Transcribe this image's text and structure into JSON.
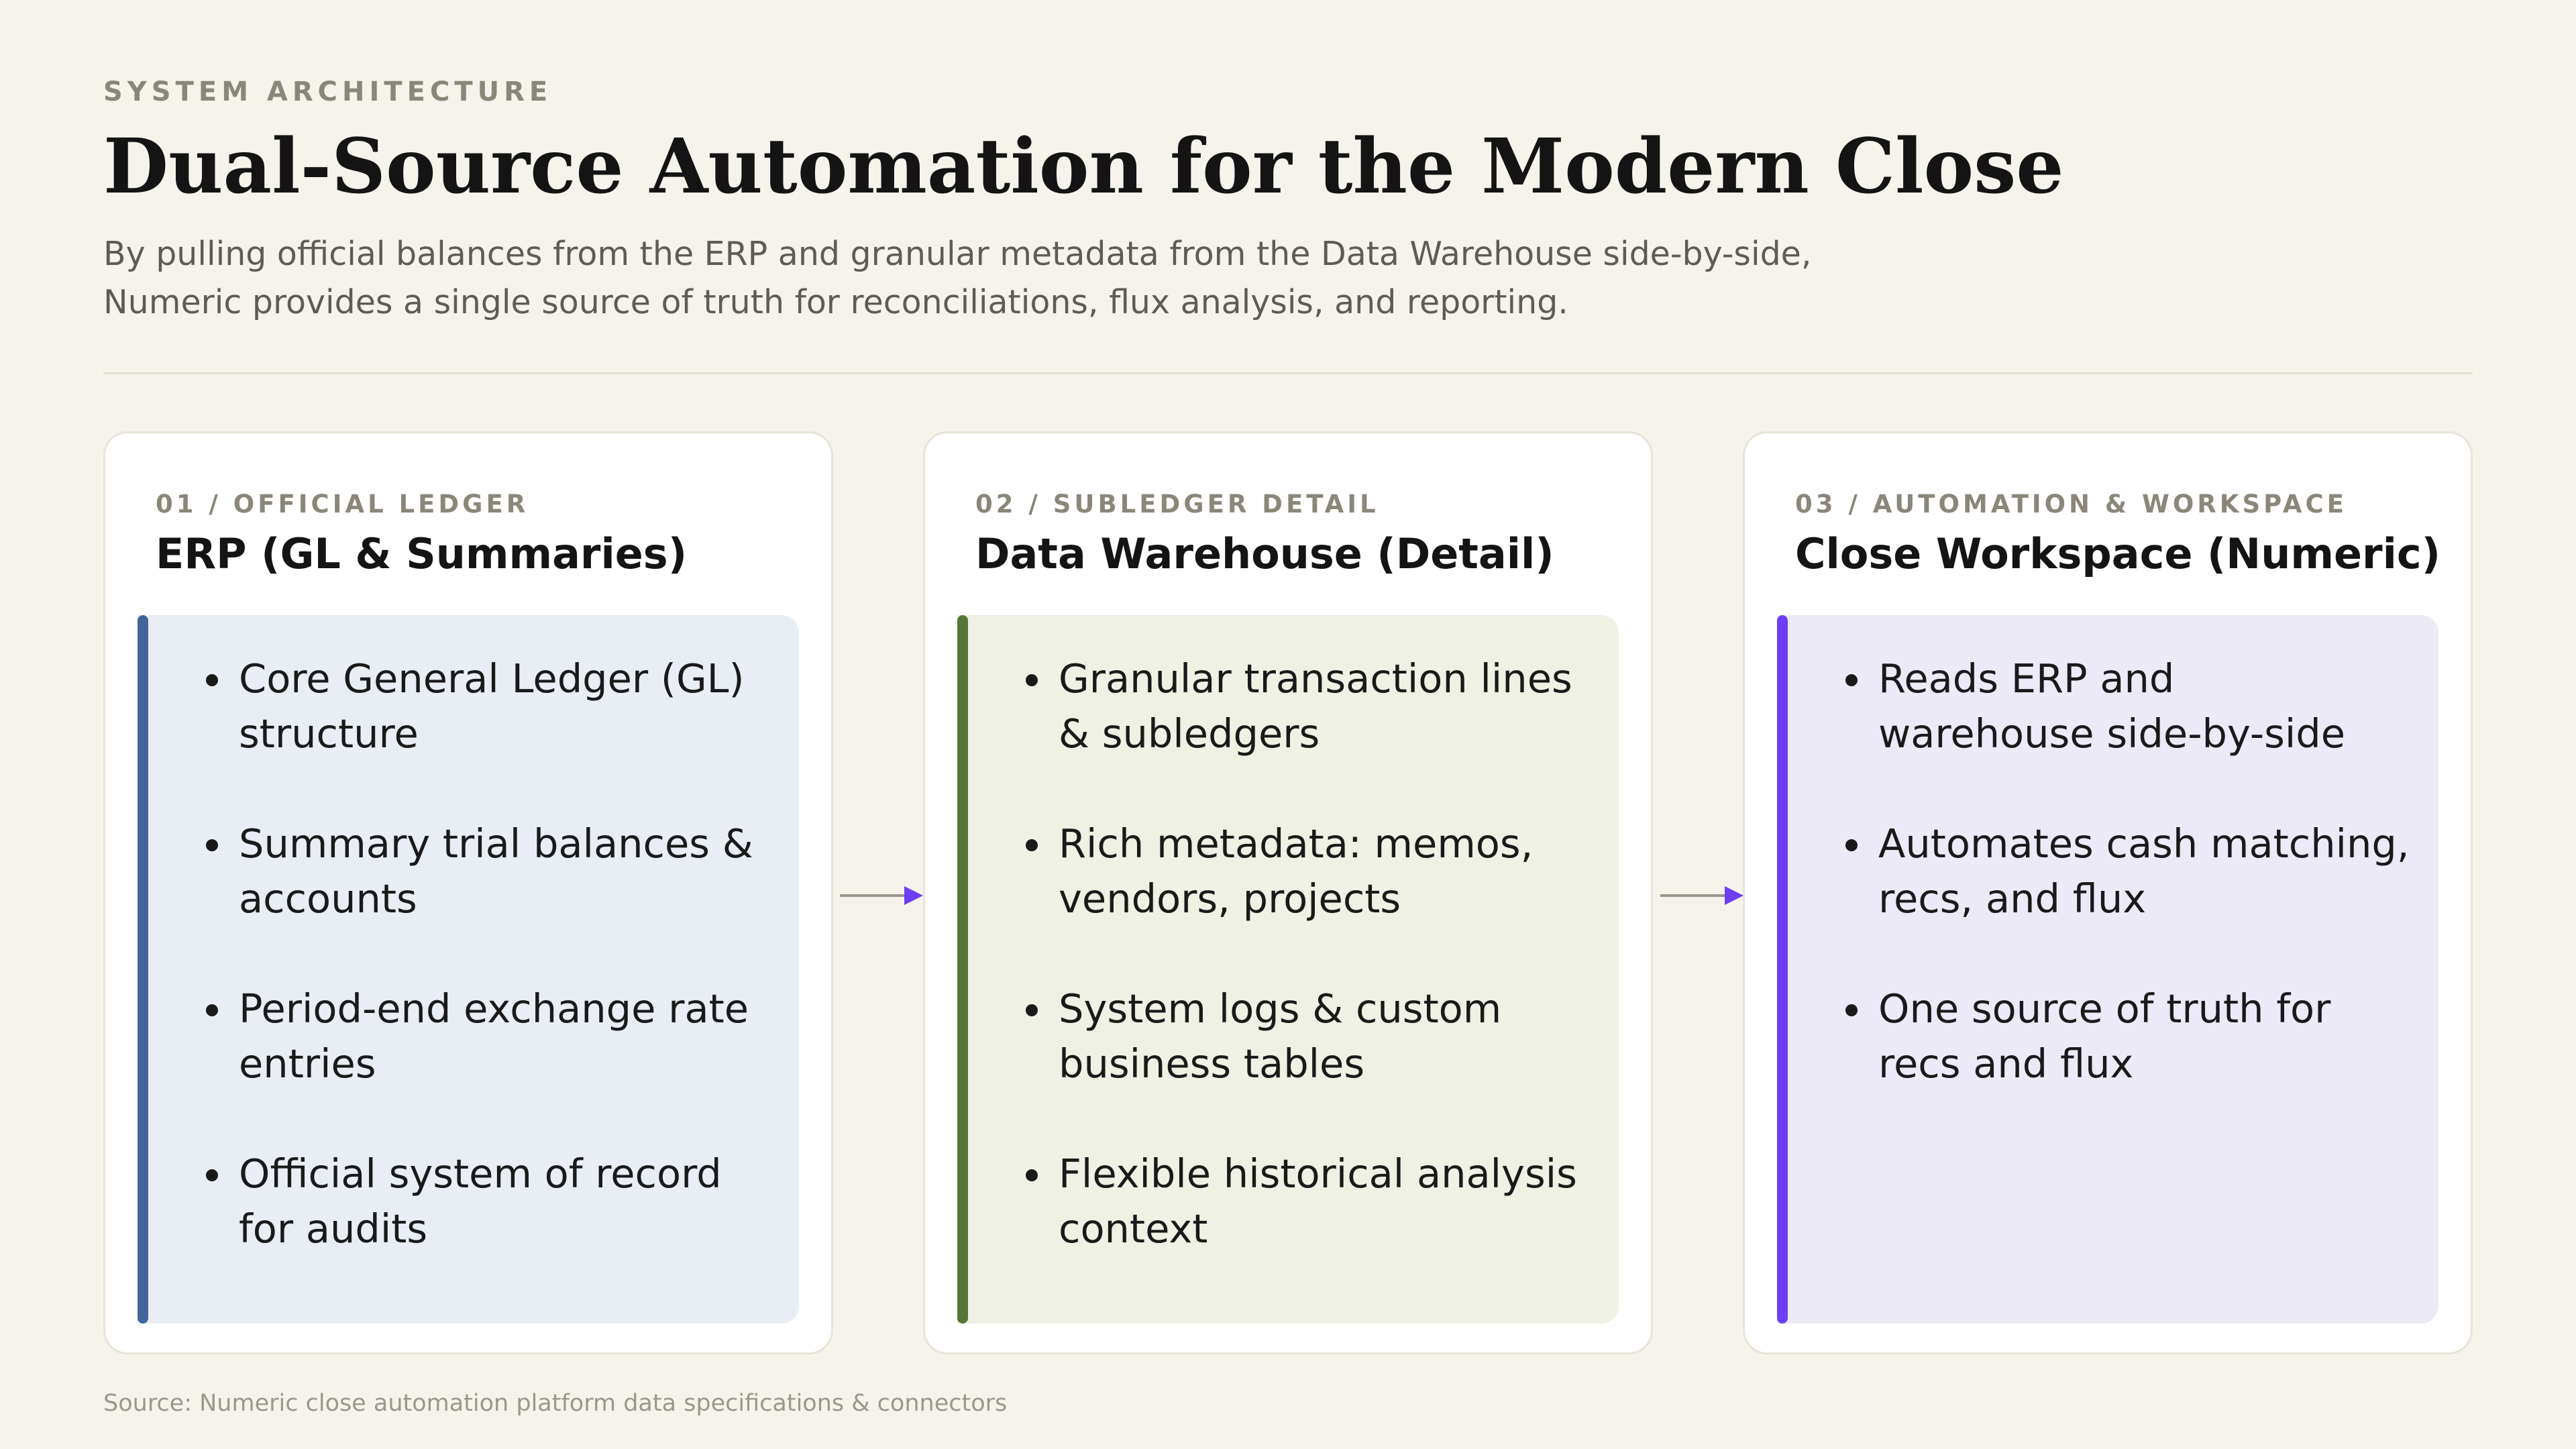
{
  "header": {
    "eyebrow": "SYSTEM ARCHITECTURE",
    "title": "Dual-Source Automation for the Modern Close",
    "subtitle_lines": [
      "By pulling official balances from the ERP and granular metadata from the Data Warehouse side-by-side,",
      "Numeric provides a single source of truth for reconciliations, flux analysis, and reporting."
    ]
  },
  "cards": [
    {
      "label": "01 / OFFICIAL LEDGER",
      "title": "ERP (GL & Summaries)",
      "accent": "#44659a",
      "panel_bg": "#e9eef5",
      "items": [
        [
          "Core General Ledger (GL)",
          "structure"
        ],
        [
          "Summary trial balances &",
          "accounts"
        ],
        [
          "Period-end exchange rate",
          "entries"
        ],
        [
          "Official system of record",
          "for audits"
        ]
      ]
    },
    {
      "label": "02 / SUBLEDGER DETAIL",
      "title": "Data Warehouse (Detail)",
      "accent": "#557636",
      "panel_bg": "#eef1e4",
      "items": [
        [
          "Granular transaction lines",
          "& subledgers"
        ],
        [
          "Rich metadata: memos,",
          "vendors, projects"
        ],
        [
          "System logs & custom",
          "business tables"
        ],
        [
          "Flexible historical analysis",
          "context"
        ]
      ]
    },
    {
      "label": "03 / AUTOMATION & WORKSPACE",
      "title": "Close Workspace (Numeric)",
      "accent": "#6c3ff5",
      "panel_bg": "#edeaf8",
      "items": [
        [
          "Reads ERP and",
          "warehouse side-by-side"
        ],
        [
          "Automates cash matching,",
          "recs, and flux"
        ],
        [
          "One source of truth for",
          "recs and flux"
        ]
      ]
    }
  ],
  "arrows": {
    "line_color": "#9a978c",
    "head_color": "#6c3ff5"
  },
  "footer": {
    "source": "Source: Numeric close automation platform data specifications & connectors"
  }
}
